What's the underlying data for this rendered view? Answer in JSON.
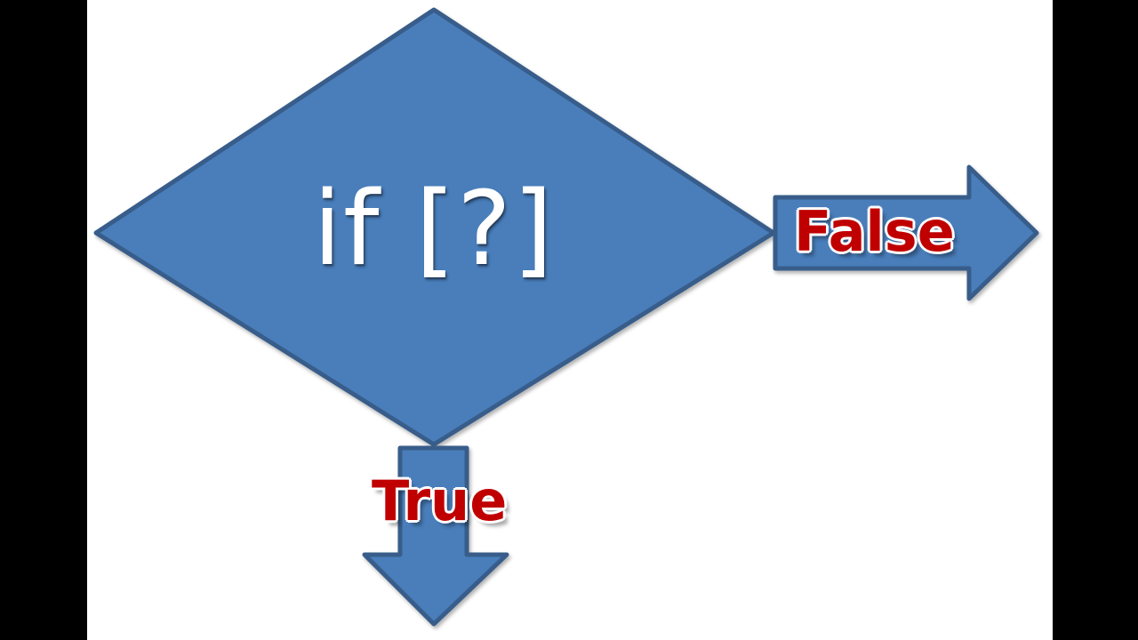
{
  "diagram": {
    "type": "flowchart",
    "title": "if condition decision branch",
    "background_color": "#ffffff",
    "pillarbox_color": "#000000",
    "shape_fill_color": "#4a7ebb",
    "shape_border_color": "#385d8a",
    "condition": {
      "shape": "decision-diamond",
      "text": "if [?]",
      "text_color": "#ffffff"
    },
    "branches": [
      {
        "id": "false",
        "label": "False",
        "label_color": "#c00000",
        "label_outline_color": "#ffffff",
        "arrow_shape": "right-arrow",
        "direction": "right"
      },
      {
        "id": "true",
        "label": "True",
        "label_color": "#c00000",
        "label_outline_color": "#ffffff",
        "arrow_shape": "down-arrow",
        "direction": "down"
      }
    ]
  }
}
